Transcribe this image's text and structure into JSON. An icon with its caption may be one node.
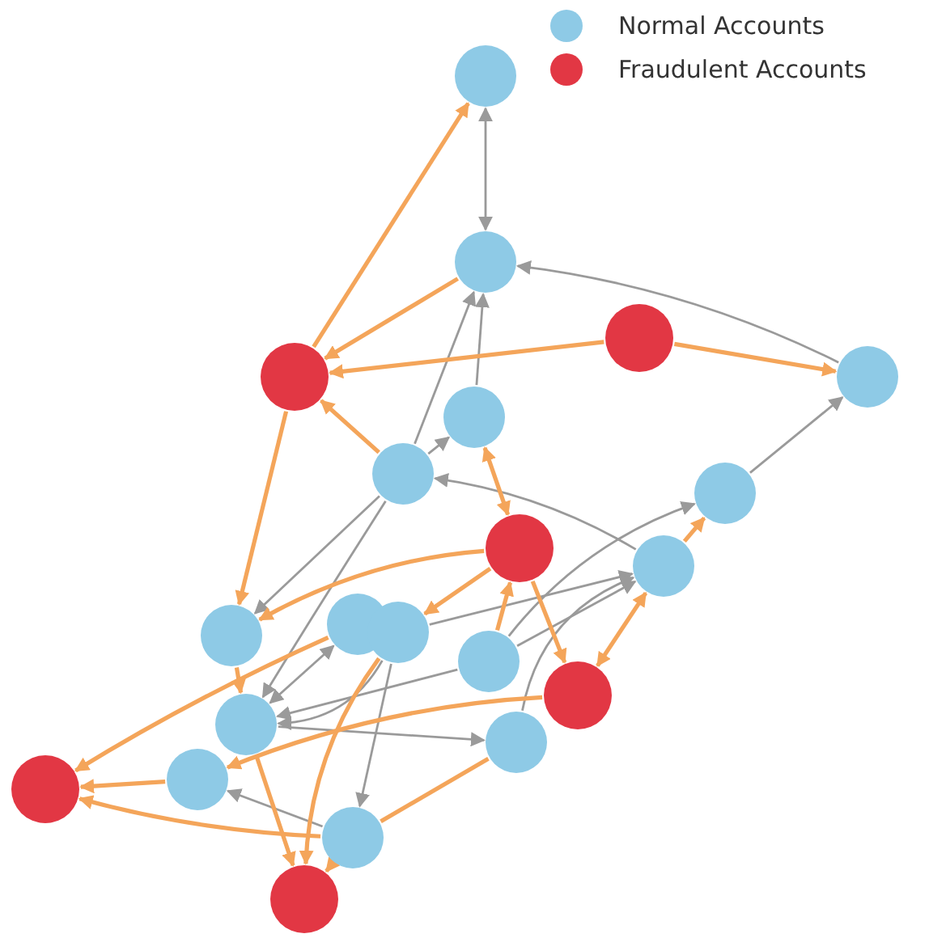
{
  "diagram": {
    "nodes": [
      {
        "text": [],
        "shape": "circle"
      },
      {
        "text": [],
        "shape": "circle"
      },
      {
        "text": [],
        "shape": "circle"
      },
      {
        "text": [],
        "shape": "circle"
      },
      {
        "text": [],
        "shape": "circle"
      },
      {
        "text": [],
        "shape": "circle"
      },
      {
        "text": [],
        "shape": "circle"
      },
      {
        "text": [],
        "shape": "circle"
      },
      {
        "text": [],
        "shape": "circle"
      },
      {
        "text": [],
        "shape": "circle"
      },
      {
        "text": [],
        "shape": "circle"
      },
      {
        "text": [],
        "shape": "circle"
      },
      {
        "text": [],
        "shape": "circle"
      },
      {
        "text": [],
        "shape": "circle"
      },
      {
        "text": [],
        "shape": "circle"
      },
      {
        "text": [],
        "shape": "circle"
      },
      {
        "text": [],
        "shape": "circle"
      },
      {
        "text": [],
        "shape": "circle"
      },
      {
        "text": [],
        "shape": "circle"
      },
      {
        "text": [],
        "shape": "circle"
      },
      {
        "text": [],
        "shape": "circle"
      }
    ],
    "edges": [
      {
        "from": 0,
        "to": 1,
        "arrow": "both"
      },
      {
        "from": 4,
        "to": 1,
        "arrow": "to"
      },
      {
        "from": 6,
        "to": 1,
        "arrow": "to"
      },
      {
        "from": 5,
        "to": 1,
        "arrow": "to"
      },
      {
        "from": 6,
        "to": 5,
        "arrow": "to"
      },
      {
        "from": 7,
        "to": 4,
        "arrow": "to"
      },
      {
        "from": 9,
        "to": 6,
        "arrow": "to"
      },
      {
        "from": 12,
        "to": 9,
        "arrow": "to"
      },
      {
        "from": 13,
        "to": 9,
        "arrow": "to"
      },
      {
        "from": 16,
        "to": 9,
        "arrow": "to"
      },
      {
        "from": 13,
        "to": 7,
        "arrow": "to"
      },
      {
        "from": 6,
        "to": 10,
        "arrow": "to"
      },
      {
        "from": 6,
        "to": 15,
        "arrow": "to"
      },
      {
        "from": 13,
        "to": 15,
        "arrow": "to"
      },
      {
        "from": 12,
        "to": 15,
        "arrow": "to"
      },
      {
        "from": 11,
        "to": 15,
        "arrow": "both"
      },
      {
        "from": 15,
        "to": 16,
        "arrow": "to"
      },
      {
        "from": 19,
        "to": 17,
        "arrow": "to"
      },
      {
        "from": 12,
        "to": 19,
        "arrow": "to"
      },
      {
        "from": 3,
        "to": 0,
        "arrow": "to",
        "color": "#f4a55a"
      },
      {
        "from": 1,
        "to": 3,
        "arrow": "to",
        "color": "#f4a55a"
      },
      {
        "from": 2,
        "to": 3,
        "arrow": "to",
        "color": "#f4a55a"
      },
      {
        "from": 2,
        "to": 4,
        "arrow": "to",
        "color": "#f4a55a"
      },
      {
        "from": 6,
        "to": 3,
        "arrow": "to",
        "color": "#f4a55a"
      },
      {
        "from": 3,
        "to": 10,
        "arrow": "to",
        "color": "#f4a55a"
      },
      {
        "from": 8,
        "to": 5,
        "arrow": "both",
        "color": "#f4a55a"
      },
      {
        "from": 8,
        "to": 10,
        "arrow": "to",
        "color": "#f4a55a"
      },
      {
        "from": 8,
        "to": 12,
        "arrow": "to",
        "color": "#f4a55a"
      },
      {
        "from": 8,
        "to": 14,
        "arrow": "to",
        "color": "#f4a55a"
      },
      {
        "from": 13,
        "to": 8,
        "arrow": "to",
        "color": "#f4a55a"
      },
      {
        "from": 9,
        "to": 7,
        "arrow": "to",
        "color": "#f4a55a"
      },
      {
        "from": 14,
        "to": 9,
        "arrow": "both",
        "color": "#f4a55a"
      },
      {
        "from": 10,
        "to": 15,
        "arrow": "to",
        "color": "#f4a55a"
      },
      {
        "from": 11,
        "to": 18,
        "arrow": "to",
        "color": "#f4a55a"
      },
      {
        "from": 17,
        "to": 18,
        "arrow": "to",
        "color": "#f4a55a"
      },
      {
        "from": 19,
        "to": 18,
        "arrow": "to",
        "color": "#f4a55a"
      },
      {
        "from": 14,
        "to": 17,
        "arrow": "to",
        "color": "#f4a55a"
      },
      {
        "from": 12,
        "to": 20,
        "arrow": "to",
        "color": "#f4a55a"
      },
      {
        "from": 15,
        "to": 20,
        "arrow": "to",
        "color": "#f4a55a"
      },
      {
        "from": 19,
        "to": 20,
        "arrow": "to",
        "color": "#f4a55a"
      },
      {
        "from": 16,
        "to": 19,
        "arrow": "none",
        "color": "#f4a55a"
      }
    ],
    "legend": [
      {
        "text": "Normal Accounts",
        "color": "#8ecae6"
      },
      {
        "text": "Fraudulent Accounts",
        "color": "#e23744"
      }
    ]
  }
}
